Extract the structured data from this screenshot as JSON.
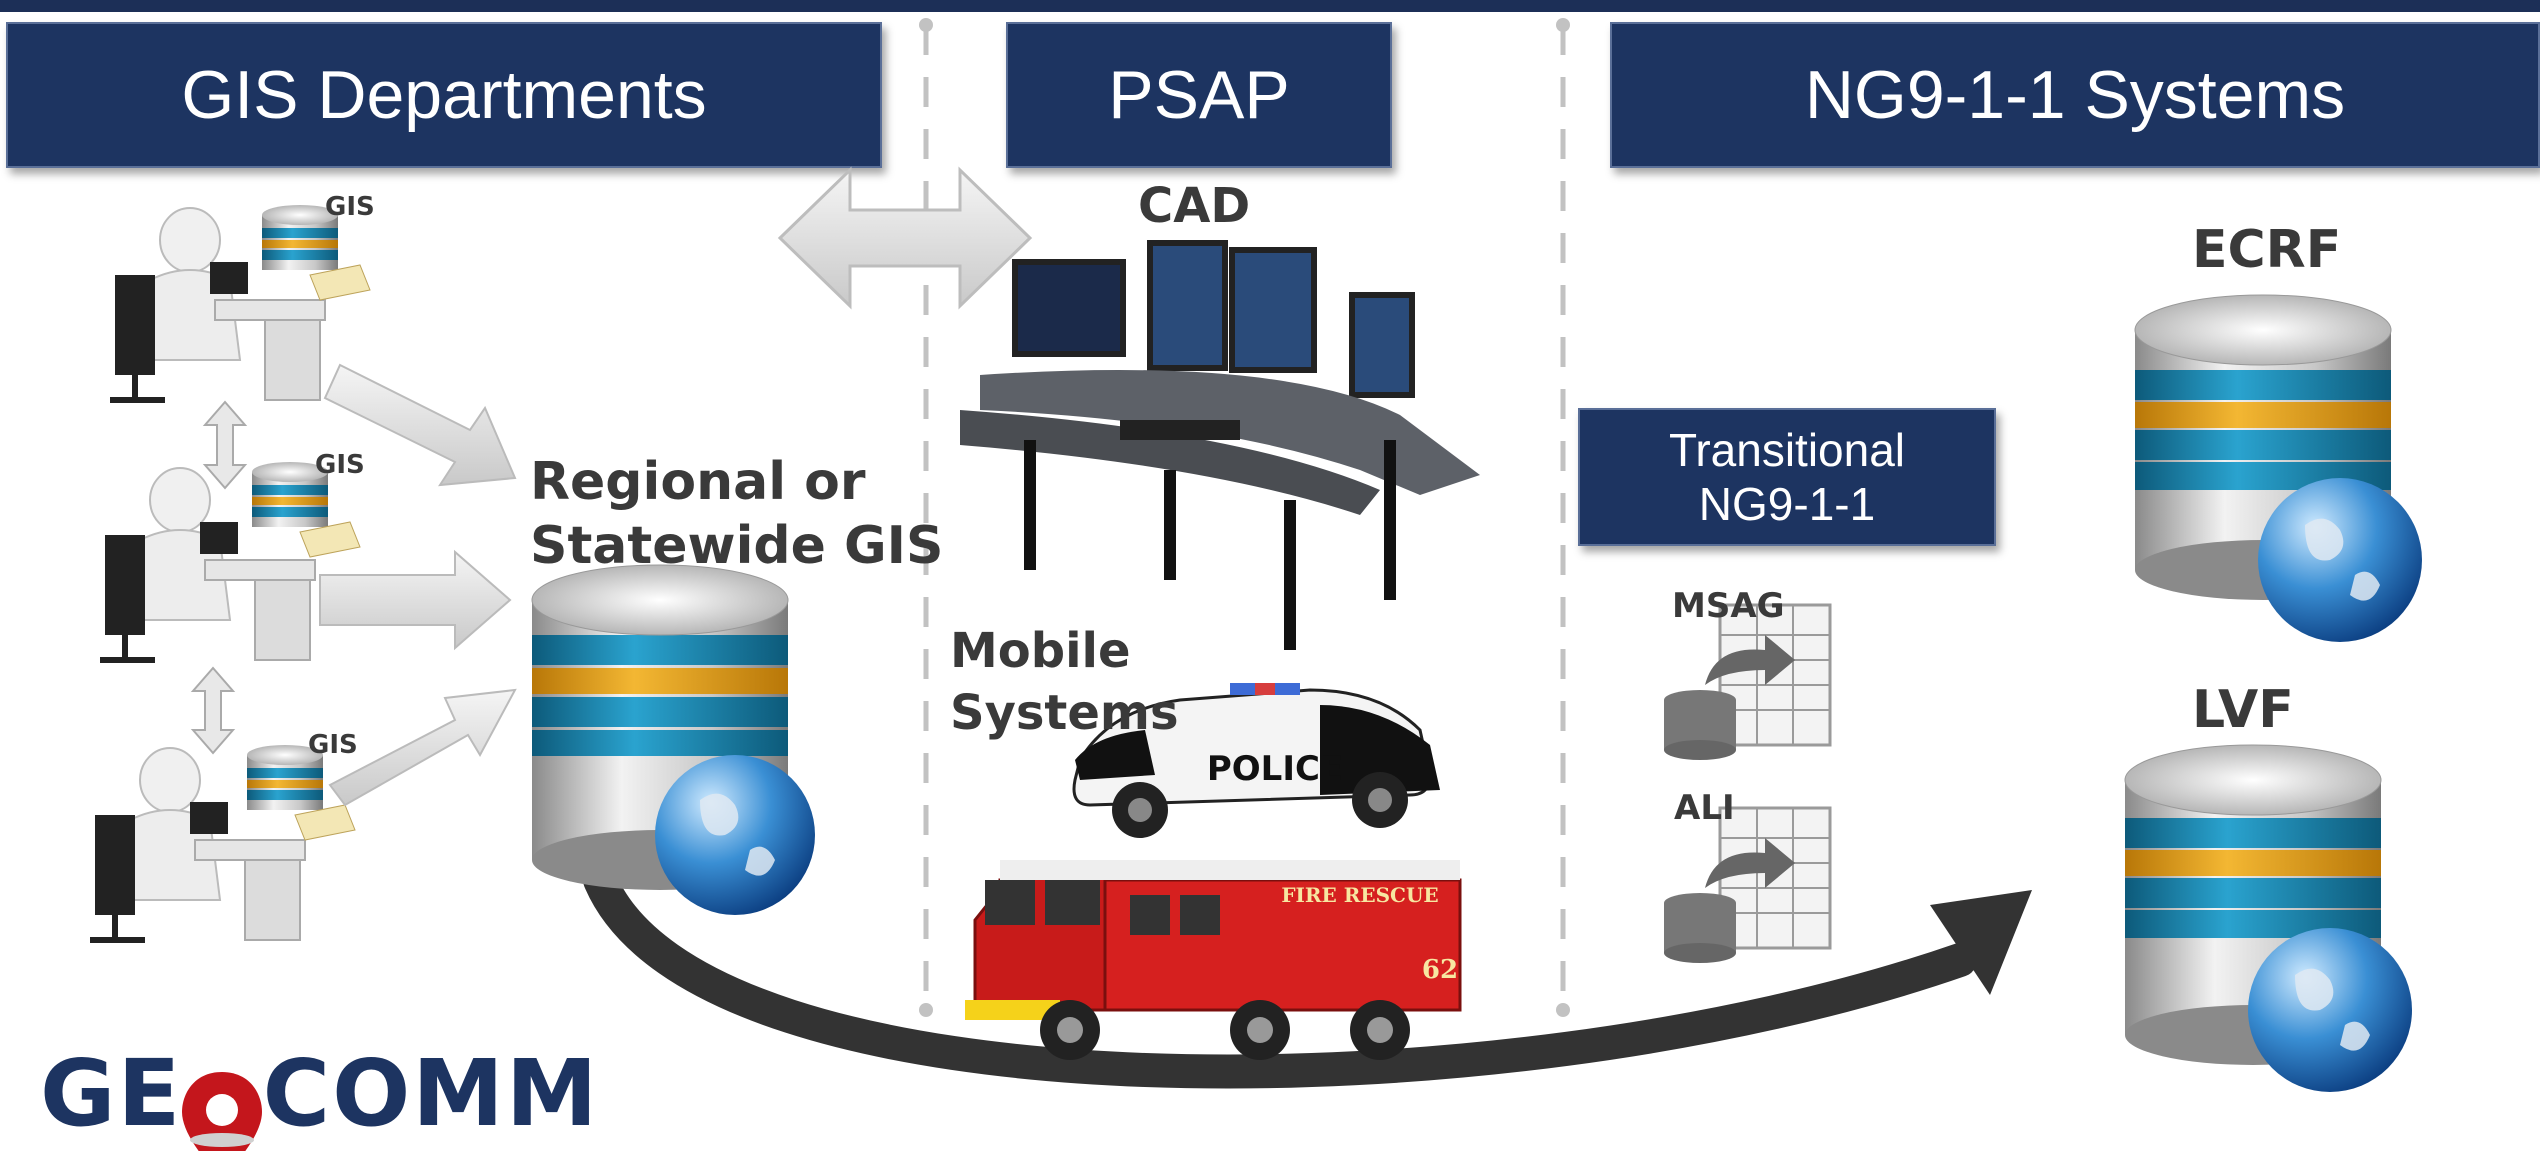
{
  "headers": {
    "gis_departments": "GIS Departments",
    "psap": "PSAP",
    "ng911_systems": "NG9-1-1 Systems",
    "transitional_line1": "Transitional",
    "transitional_line2": "NG9-1-1"
  },
  "labels": {
    "gis_1": "GIS",
    "gis_2": "GIS",
    "gis_3": "GIS",
    "regional_line1": "Regional or",
    "regional_line2": "Statewide GIS",
    "cad": "CAD",
    "mobile_line1": "Mobile",
    "mobile_line2": "Systems",
    "msag": "MSAG",
    "ali": "ALI",
    "ecrf": "ECRF",
    "lvf": "LVF",
    "police": "POLICE",
    "fire_rescue": "FIRE RESCUE",
    "truck_number": "62"
  },
  "logo": {
    "part1": "GE",
    "part2": "O",
    "part3": "COMM"
  },
  "colors": {
    "navy": "#1d3461",
    "accent_red": "#c4161c",
    "db_blue": "#1b8ab5",
    "db_orange": "#e8a317"
  }
}
